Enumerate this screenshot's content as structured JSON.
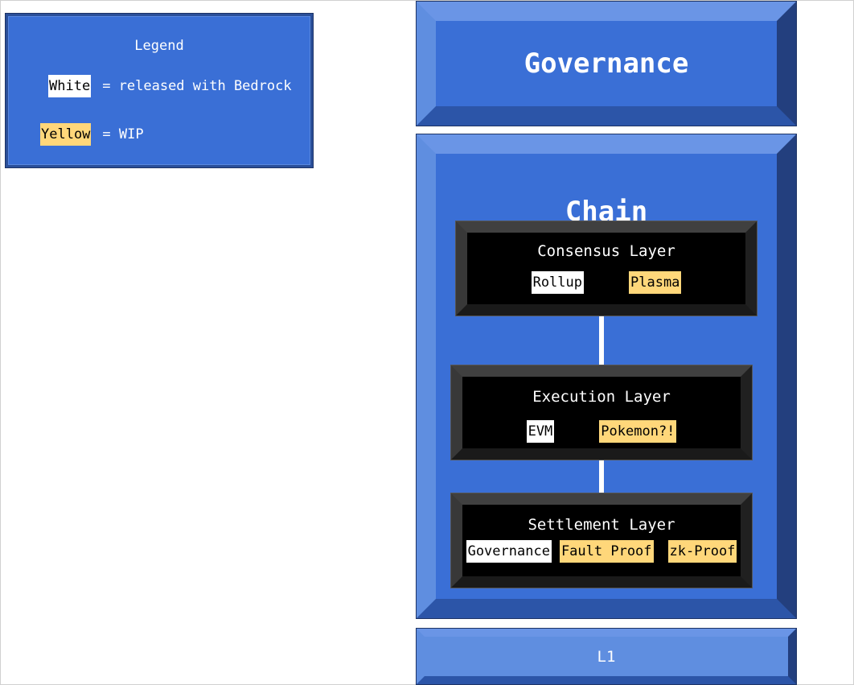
{
  "legend": {
    "title": "Legend",
    "items": [
      {
        "swatch": "White",
        "description": "= released with Bedrock",
        "color": "#ffffff"
      },
      {
        "swatch": "Yellow",
        "description": "= WIP",
        "color": "#ffd77a"
      }
    ]
  },
  "governance": {
    "title": "Governance"
  },
  "chain": {
    "title": "Chain",
    "layers": [
      {
        "title": "Consensus Layer",
        "tags": [
          {
            "label": "Rollup",
            "status": "white"
          },
          {
            "label": "Plasma",
            "status": "yellow"
          }
        ]
      },
      {
        "title": "Execution Layer",
        "tags": [
          {
            "label": "EVM",
            "status": "white"
          },
          {
            "label": "Pokemon?!",
            "status": "yellow"
          }
        ]
      },
      {
        "title": "Settlement Layer",
        "tags": [
          {
            "label": "Governance",
            "status": "white"
          },
          {
            "label": "Fault Proof",
            "status": "yellow"
          },
          {
            "label": "zk-Proof",
            "status": "yellow"
          }
        ]
      }
    ]
  },
  "l1": {
    "title": "L1"
  },
  "colors": {
    "box_blue": "#3a6fd6",
    "released_white": "#ffffff",
    "wip_yellow": "#ffd77a",
    "layer_black": "#000000"
  }
}
